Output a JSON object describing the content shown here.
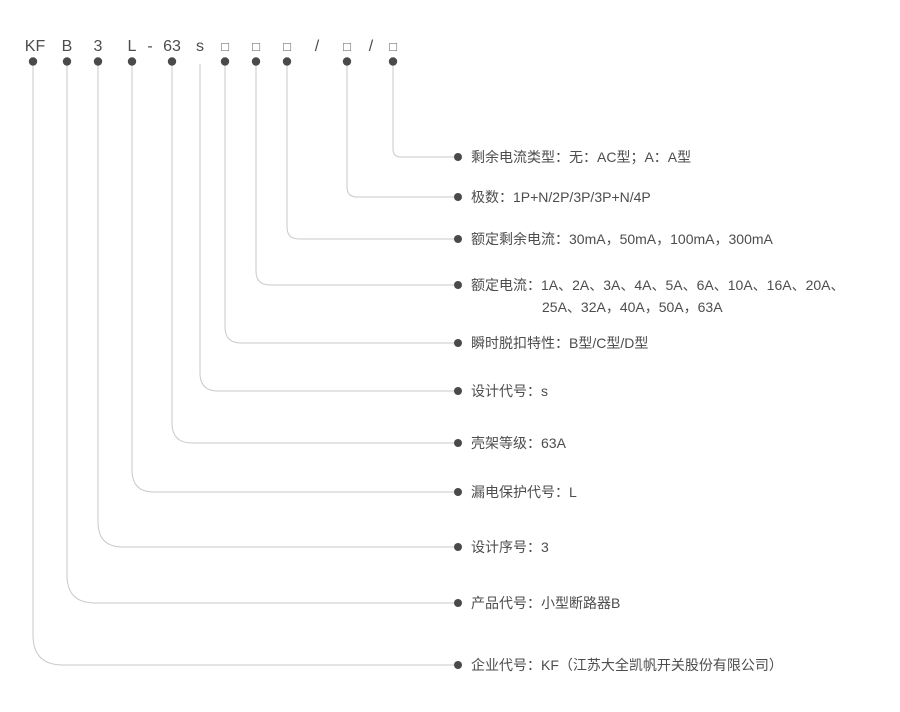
{
  "code": {
    "tokens": [
      "KF",
      "B",
      "3",
      "L",
      "-",
      "63",
      "s",
      "□",
      "□",
      "□",
      "/",
      "□",
      "/",
      "□"
    ]
  },
  "legend": [
    {
      "text": "剩余电流类型：无：AC型；A：A型"
    },
    {
      "text": "极数：1P+N/2P/3P/3P+N/4P"
    },
    {
      "text": "额定剩余电流：30mA，50mA，100mA，300mA"
    },
    {
      "text": "额定电流：1A、2A、3A、4A、5A、6A、10A、16A、20A、",
      "text2": "25A、32A，40A，50A，63A"
    },
    {
      "text": "瞬时脱扣特性：B型/C型/D型"
    },
    {
      "text": "设计代号：s"
    },
    {
      "text": "壳架等级：63A"
    },
    {
      "text": "漏电保护代号：L"
    },
    {
      "text": "设计序号：3"
    },
    {
      "text": "产品代号：小型断路器B"
    },
    {
      "text": "企业代号：KF（江苏大全凯帆开关股份有限公司）"
    }
  ],
  "colors": {
    "text": "#4d4d4d",
    "connector_line": "#c9c9c9",
    "dot": "#4a4a4a"
  }
}
